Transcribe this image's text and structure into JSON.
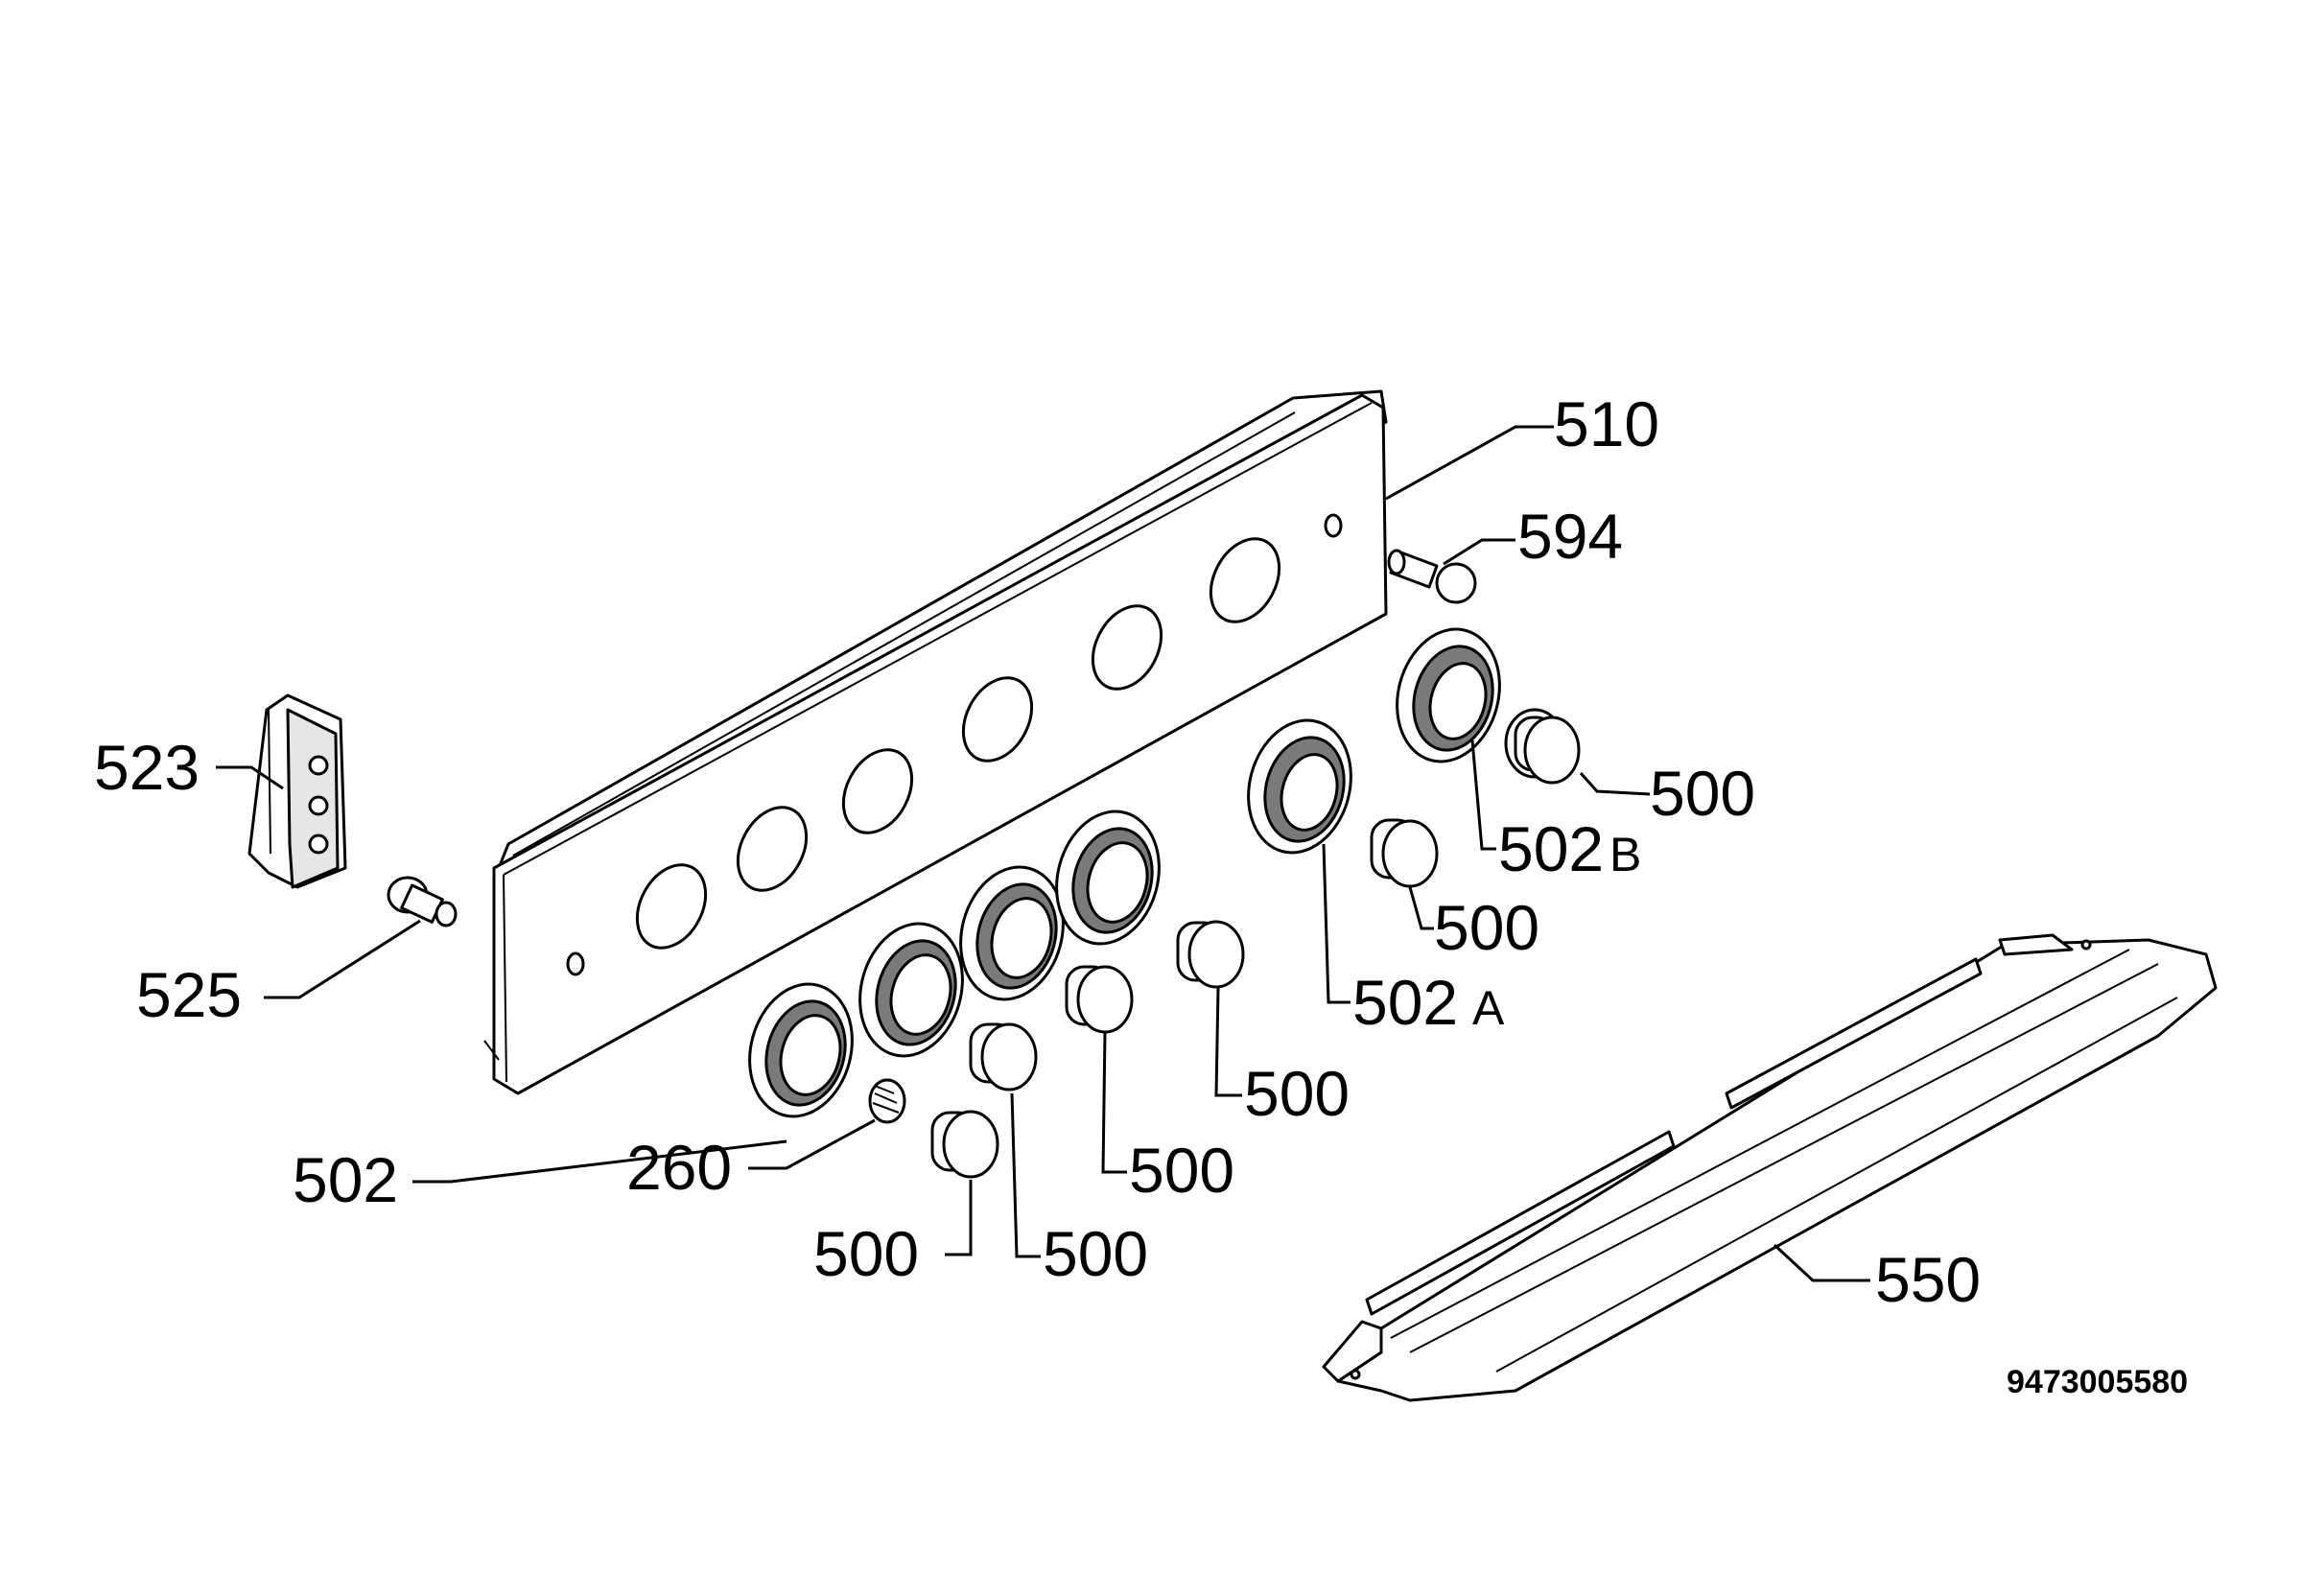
{
  "labels": {
    "l510": "510",
    "l594": "594",
    "l523": "523",
    "l525": "525",
    "l500a": "500",
    "l502b_num": "502",
    "l502b_suffix": "B",
    "l500b": "500",
    "l502a_num": "502",
    "l502a_suffix": "A",
    "l500c": "500",
    "l500d": "500",
    "l502": "502",
    "l260": "260",
    "l500e": "500",
    "l500f": "500",
    "l550": "550"
  },
  "document_number": "9473005580"
}
